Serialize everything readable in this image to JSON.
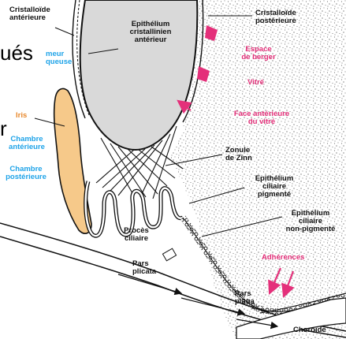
{
  "labels": {
    "cristalloide_anterieure": "Cristalloïde\nantérieure",
    "epithelium_cristallinien": "Epithélium\ncristallinien\nantérieur",
    "cristalloide_posterieure": "Cristalloïde\npostérieure",
    "humeur_aqueuse": "meur\nqueuse",
    "espace_de_berger": "Espace\nde berger",
    "vitre": "Vitré",
    "iris": "Iris",
    "face_anterieure": "Face antérieure\ndu vitré",
    "chambre_anterieure": "Chambre\nantérieure",
    "zonule_de_zinn": "Zonule\nde Zinn",
    "chambre_posterieure": "Chambre\npostérieure",
    "epithelium_pigmente": "Epithélium\nciliaire\npigmenté",
    "epithelium_non_pigmente": "Epithélium\nciliaire\nnon-pigmenté",
    "proces_ciliaire": "Procès\nciliaire",
    "adherences": "Adhérences",
    "pars_plicata": "Pars\nplicata",
    "pars_plana": "Pars\nplana",
    "choroide": "Choroïde"
  },
  "overlay_text": {
    "top_fragment": "ués",
    "side_fragment": "r"
  },
  "colors": {
    "label_dark": "#111111",
    "iris_orange": "#e8892d",
    "chamber_blue": "#1ea3e8",
    "highlight_pink": "#e4307a",
    "iris_fill": "#f6c98a",
    "lens_fill": "#d9d9d9"
  }
}
